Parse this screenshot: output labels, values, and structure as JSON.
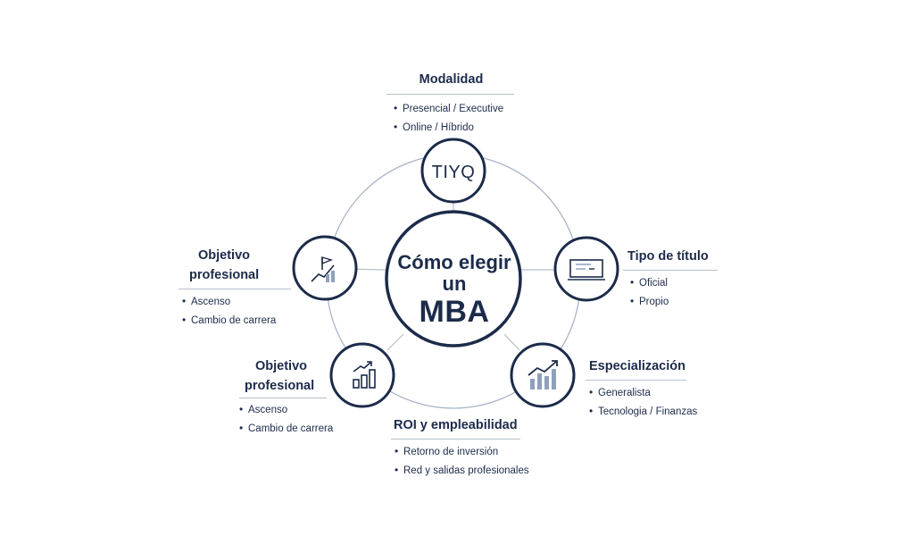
{
  "center": {
    "line1": "Cómo elegir",
    "line2": "un",
    "line3": "MBA"
  },
  "nodes": {
    "modalidad": {
      "title": "Modalidad",
      "bullets": [
        "Presencial / Executive",
        "Online / Híbrido"
      ],
      "icon_text": "TIYQ"
    },
    "tipo_titulo": {
      "title": "Tipo de título",
      "bullets": [
        "Oficial",
        "Propio"
      ]
    },
    "especializacion": {
      "title": "Especialización",
      "bullets": [
        "Generalista",
        "Tecnologia / Finanzas"
      ]
    },
    "roi": {
      "title": "ROI y empleabilidad",
      "bullets": [
        "Retorno de inversión",
        "Red y salidas profesionales"
      ]
    },
    "objetivo_bottom": {
      "title_line1": "Objetivo",
      "title_line2": "profesional",
      "bullets": [
        "Ascenso",
        "Cambio de carrera"
      ]
    },
    "objetivo_left": {
      "title_line1": "Objetivo",
      "title_line2": "profesional",
      "bullets": [
        "Ascenso",
        "Cambio de carrera"
      ]
    }
  },
  "colors": {
    "navy": "#1c2b4a",
    "ring": "#a9b4c7",
    "icon_bar": "#8ea0bd"
  }
}
